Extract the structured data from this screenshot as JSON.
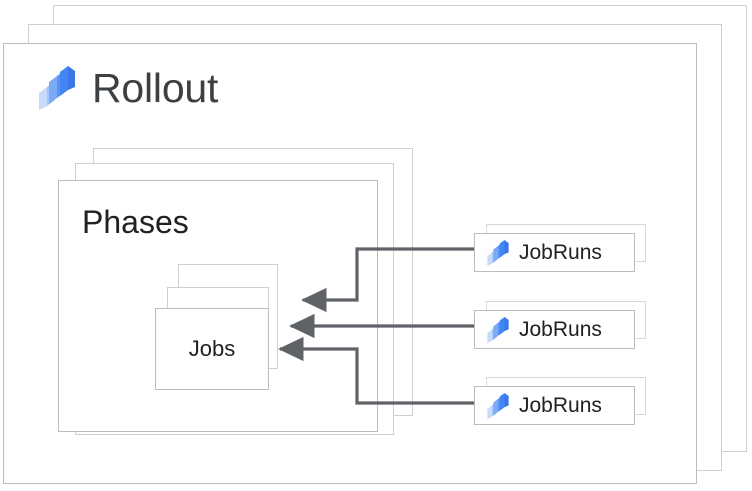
{
  "diagram": {
    "type": "nested-resource-hierarchy",
    "title": "Rollout",
    "icon": "cloud-deploy-icon",
    "colors": {
      "icon_light": "#c6dafc",
      "icon_mid": "#7baaf7",
      "icon_dark": "#4285f4",
      "card_border": "#bdbdbd",
      "card_border_back": "#d0d0d0",
      "arrow": "#5f6368",
      "title_text": "#3c4043",
      "body_text": "#202124",
      "background": "#ffffff"
    }
  },
  "rollout": {
    "label": "Rollout",
    "stack_count": 3
  },
  "phases": {
    "label": "Phases",
    "stack_count": 3
  },
  "jobs": {
    "label": "Jobs",
    "stack_count": 3
  },
  "jobruns": [
    {
      "label": "JobRuns",
      "icon": "cloud-deploy-icon",
      "stack_count": 2
    },
    {
      "label": "JobRuns",
      "icon": "cloud-deploy-icon",
      "stack_count": 2
    },
    {
      "label": "JobRuns",
      "icon": "cloud-deploy-icon",
      "stack_count": 2
    }
  ],
  "connectors": [
    {
      "from": "jobruns-0",
      "to": "jobs",
      "style": "orthogonal-elbow",
      "arrowhead": "filled-triangle"
    },
    {
      "from": "jobruns-1",
      "to": "jobs",
      "style": "straight",
      "arrowhead": "filled-triangle"
    },
    {
      "from": "jobruns-2",
      "to": "jobs",
      "style": "orthogonal-elbow",
      "arrowhead": "filled-triangle"
    }
  ]
}
